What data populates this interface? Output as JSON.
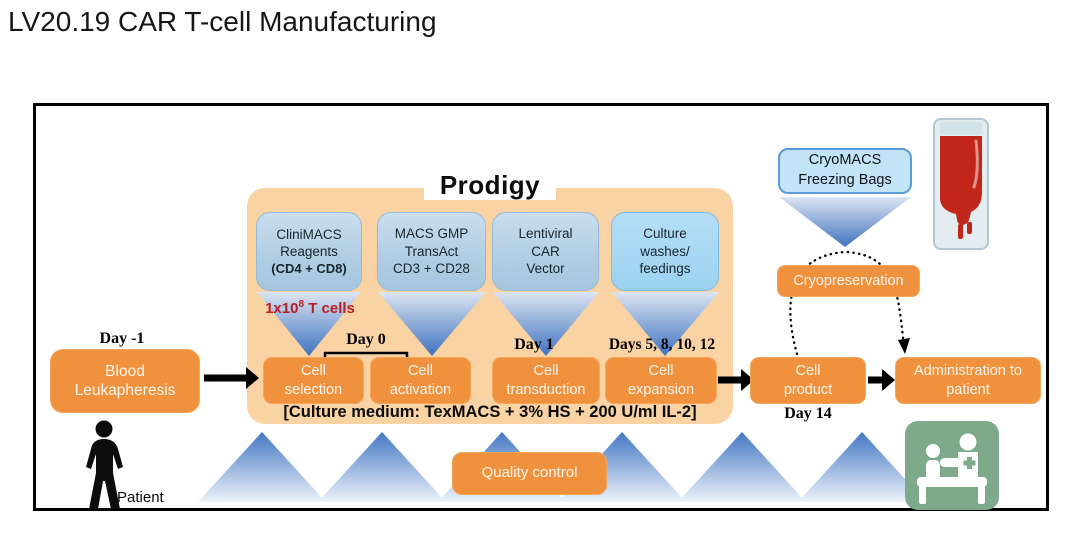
{
  "title": "LV20.19 CAR T-cell Manufacturing",
  "prodigy": {
    "label": "Prodigy",
    "reagents": [
      {
        "lines": [
          "CliniMACS",
          "Reagents",
          "(CD4 + CD8)"
        ]
      },
      {
        "lines": [
          "MACS GMP",
          "TransAct",
          "CD3 + CD28"
        ]
      },
      {
        "lines": [
          "Lentiviral",
          "CAR",
          "Vector"
        ]
      },
      {
        "lines": [
          "Culture",
          "washes/",
          "feedings"
        ]
      }
    ],
    "t_cells": {
      "base": "1x10",
      "sup": "8",
      "rest": " T cells"
    },
    "culture_medium": "[Culture medium: TexMACS + 3% HS + 200 U/ml IL-2]"
  },
  "days": {
    "minus_one": "Day -1",
    "zero": "Day 0",
    "one": "Day 1",
    "expansion": "Days 5, 8, 10, 12",
    "fourteen": "Day 14"
  },
  "process": {
    "blood": {
      "lines": [
        "Blood",
        "Leukapheresis"
      ]
    },
    "selection": {
      "lines": [
        "Cell",
        "selection"
      ]
    },
    "activation": {
      "lines": [
        "Cell",
        "activation"
      ]
    },
    "transduction": {
      "lines": [
        "Cell",
        "transduction"
      ]
    },
    "expansion": {
      "lines": [
        "Cell",
        "expansion"
      ]
    },
    "product": {
      "lines": [
        "Cell",
        "product"
      ]
    },
    "administration": {
      "lines": [
        "Administration to",
        "patient"
      ]
    }
  },
  "cryo": {
    "freezing_bags": {
      "lines": [
        "CryoMACS",
        "Freezing Bags"
      ]
    },
    "cryopreservation": "Cryopreservation"
  },
  "quality_control": "Quality control",
  "patient_label": "Patient",
  "icons": {
    "patient": "patient-silhouette-icon",
    "hospital": "hospital-bed-icon",
    "blood_bag": "blood-bag-icon",
    "funnel": "blue-funnel-triangle-icon",
    "chevron": "blue-chevron-triangle-icon",
    "flow_arrow": "black-flow-arrow-icon",
    "dotted_loop": "cryo-dotted-loop-arrow"
  },
  "colors": {
    "accent_orange": "#F0913E",
    "panel_peach": "#F9D3A4",
    "reagent_blue": "#BCD5E8",
    "culture_blue": "#9FD2F0",
    "cryo_blue": "#C3E3F7",
    "triangle_blue": "#4377C3",
    "tcells_red": "#B91E23",
    "hospital_green": "#7FA98B",
    "blood_red": "#C2261B"
  }
}
